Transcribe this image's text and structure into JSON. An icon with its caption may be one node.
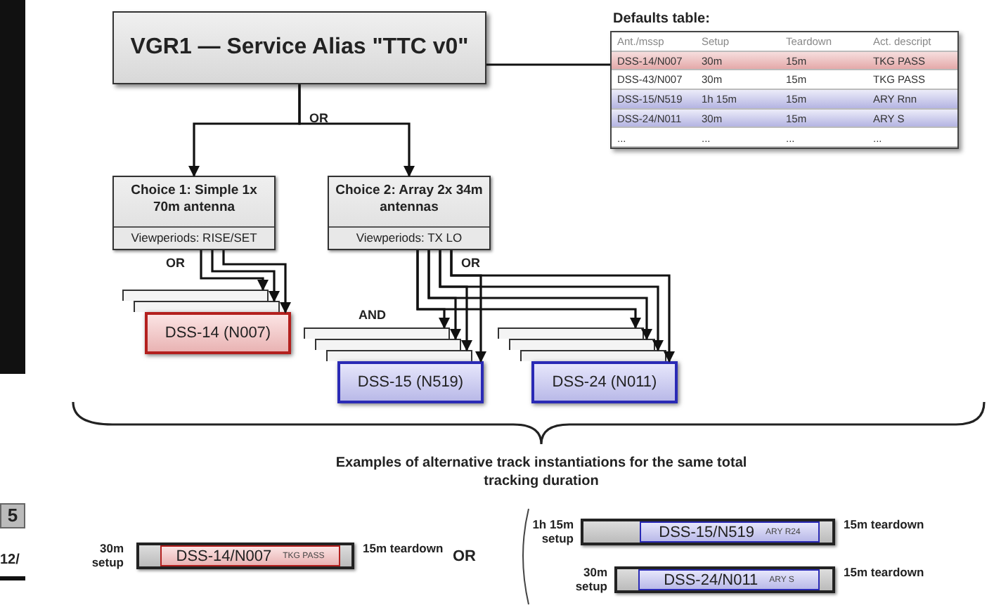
{
  "diagram": {
    "nodes": [
      {
        "text": [
          "VGR1 — Service Alias \"TTC v0\""
        ]
      },
      {
        "text": [
          "Defaults table:"
        ]
      },
      {
        "text": [
          "Choice 1: Simple 1x 70m antenna",
          "Viewperiods: RISE/SET"
        ]
      },
      {
        "text": [
          "Choice 2: Array 2x 34m antennas",
          "Viewperiods: TX LO"
        ]
      },
      {
        "text": [],
        "shape": "box"
      },
      {
        "text": [],
        "shape": "box"
      },
      {
        "text": [
          "DSS-14 (N007)"
        ]
      },
      {
        "text": [],
        "shape": "box"
      },
      {
        "text": [],
        "shape": "box"
      },
      {
        "text": [],
        "shape": "box"
      },
      {
        "text": [
          "DSS-15 (N519)"
        ]
      },
      {
        "text": [],
        "shape": "box"
      },
      {
        "text": [],
        "shape": "box"
      },
      {
        "text": [],
        "shape": "box"
      },
      {
        "text": [
          "DSS-24 (N011)"
        ]
      },
      {
        "text": [
          "DSS-14/N007",
          "TKG PASS"
        ],
        "beside": [
          "30m setup",
          "15m teardown"
        ]
      },
      {
        "text": [
          "DSS-15/N519",
          "ARY R24"
        ],
        "beside": [
          "1h 15m setup",
          "15m teardown"
        ]
      },
      {
        "text": [
          "DSS-24/N011",
          "ARY S"
        ],
        "beside": [
          "30m setup",
          "15m teardown"
        ]
      }
    ],
    "edges": [
      {
        "from": 0,
        "to": 1,
        "arrow": "none"
      },
      {
        "from": 0,
        "to": 2,
        "arrow": "to"
      },
      {
        "from": 0,
        "to": 3,
        "arrow": "to"
      },
      {
        "from": 2,
        "to": 4,
        "arrow": "to"
      },
      {
        "from": 2,
        "to": 5,
        "arrow": "to"
      },
      {
        "from": 2,
        "to": 6,
        "arrow": "to"
      },
      {
        "from": 3,
        "to": 7,
        "arrow": "to"
      },
      {
        "from": 3,
        "to": 8,
        "arrow": "to"
      },
      {
        "from": 3,
        "to": 9,
        "arrow": "to"
      },
      {
        "from": 3,
        "to": 10,
        "arrow": "to"
      },
      {
        "from": 3,
        "to": 11,
        "arrow": "to"
      },
      {
        "from": 3,
        "to": 12,
        "arrow": "to"
      },
      {
        "from": 3,
        "to": 13,
        "arrow": "to"
      },
      {
        "from": 3,
        "to": 14,
        "arrow": "to"
      }
    ],
    "labels": [
      "Ant./mssp",
      "Setup",
      "Teardown",
      "Act. descript",
      "DSS-14/N007",
      "30m",
      "15m",
      "TKG PASS",
      "DSS-43/N007",
      "30m",
      "15m",
      "TKG PASS",
      "DSS-15/N519",
      "1h 15m",
      "15m",
      "ARY Rnn",
      "DSS-24/N011",
      "30m",
      "15m",
      "ARY S",
      "...",
      "...",
      "...",
      "...",
      "OR",
      "OR",
      "OR",
      "AND",
      "Examples of alternative track instantiations for the same total tracking duration",
      "OR",
      "5",
      "12/"
    ]
  }
}
